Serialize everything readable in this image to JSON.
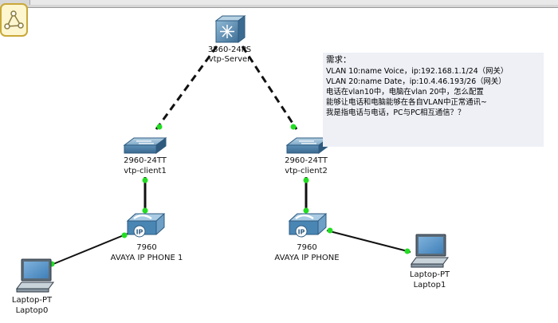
{
  "devices": {
    "server": {
      "model": "3560-24PS",
      "name": "vtp-Server"
    },
    "client1": {
      "model": "2960-24TT",
      "name": "vtp-client1"
    },
    "client2": {
      "model": "2960-24TT",
      "name": "vtp-client2"
    },
    "phone1": {
      "model": "7960",
      "name": "AVAYA IP PHONE 1"
    },
    "phone2": {
      "model": "7960",
      "name": "AVAYA IP PHONE"
    },
    "laptop0": {
      "model": "Laptop-PT",
      "name": "Laptop0"
    },
    "laptop1": {
      "model": "Laptop-PT",
      "name": "Laptop1"
    }
  },
  "note": {
    "heading": "需求：",
    "lines": [
      "VLAN 10:name Voice，ip:192.168.1.1/24（网关）",
      "VLAN 20:name Date，ip:10.4.46.193/26（网关）",
      "电话在vlan10中，电脑在vlan 20中，怎么配置",
      "能够让电话和电脑能够在各自VLAN中正常通讯~",
      "我是指电话与电话，PC与PC相互通信？？"
    ]
  },
  "colors": {
    "link_dot": "#22dd22",
    "trunk_line": "#111111",
    "note_bg": "#eef0f6",
    "device_blue": "#4a86b4"
  }
}
